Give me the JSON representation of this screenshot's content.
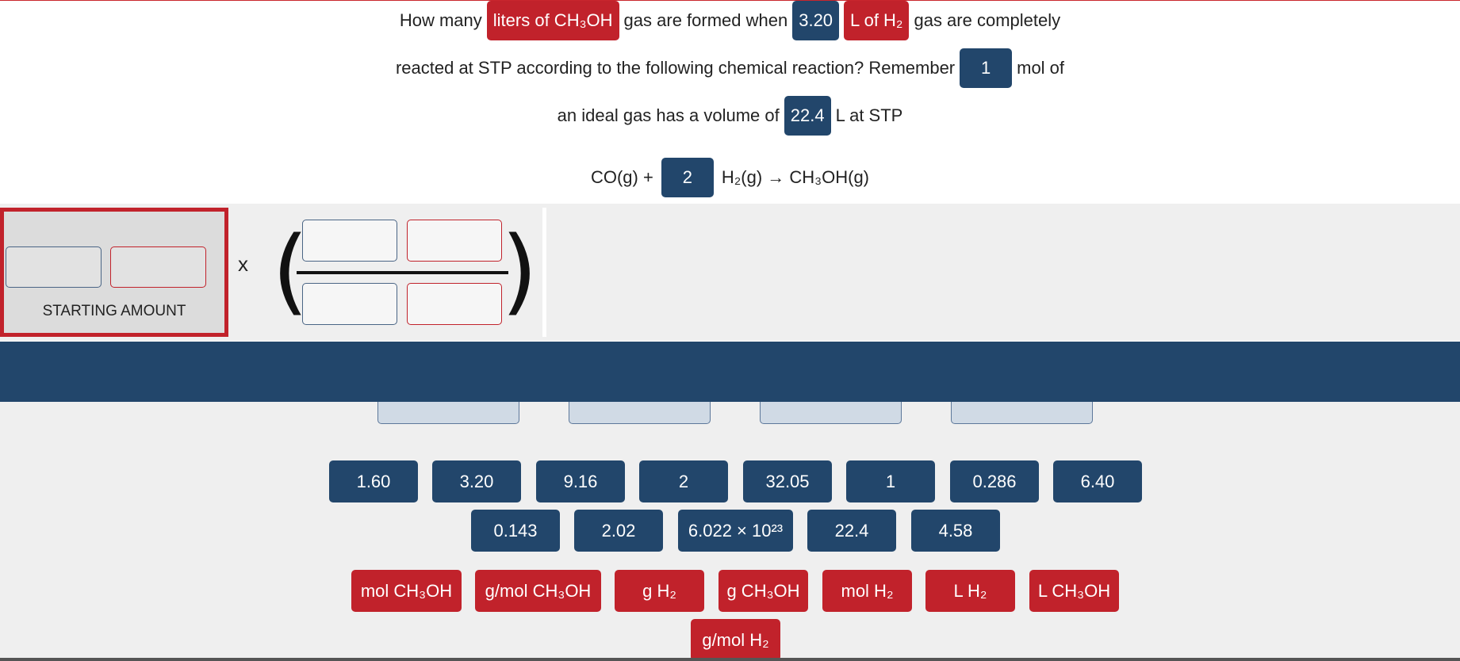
{
  "question": {
    "line1": [
      "How many",
      "liters of CH₃OH",
      "gas are formed when",
      "3.20",
      "L of H₂",
      "gas are completely"
    ],
    "line2": [
      "reacted at STP according to the following chemical reaction? Remember",
      "1",
      "mol of"
    ],
    "line3": [
      "an ideal gas has a volume of",
      "22.4",
      "L at STP"
    ],
    "equation": [
      "CO(g) +",
      "2",
      "H₂(g) → CH₃OH(g)"
    ]
  },
  "work": {
    "starting_amount_label": "STARTING AMOUNT",
    "times_sign": "x",
    "open_paren": "(",
    "close_paren": ")"
  },
  "number_tiles": [
    "1.60",
    "3.20",
    "9.16",
    "2",
    "32.05",
    "1",
    "0.286",
    "6.40",
    "0.143",
    "2.02",
    "6.022 × 10²³",
    "22.4",
    "4.58"
  ],
  "unit_tiles": [
    "mol CH₃OH",
    "g/mol CH₃OH",
    "g H₂",
    "g CH₃OH",
    "mol H₂",
    "L H₂",
    "L CH₃OH",
    "g/mol H₂"
  ],
  "colors": {
    "accent_red": "#c1222b",
    "accent_blue": "#22466b",
    "panel_gray": "#efefef"
  }
}
